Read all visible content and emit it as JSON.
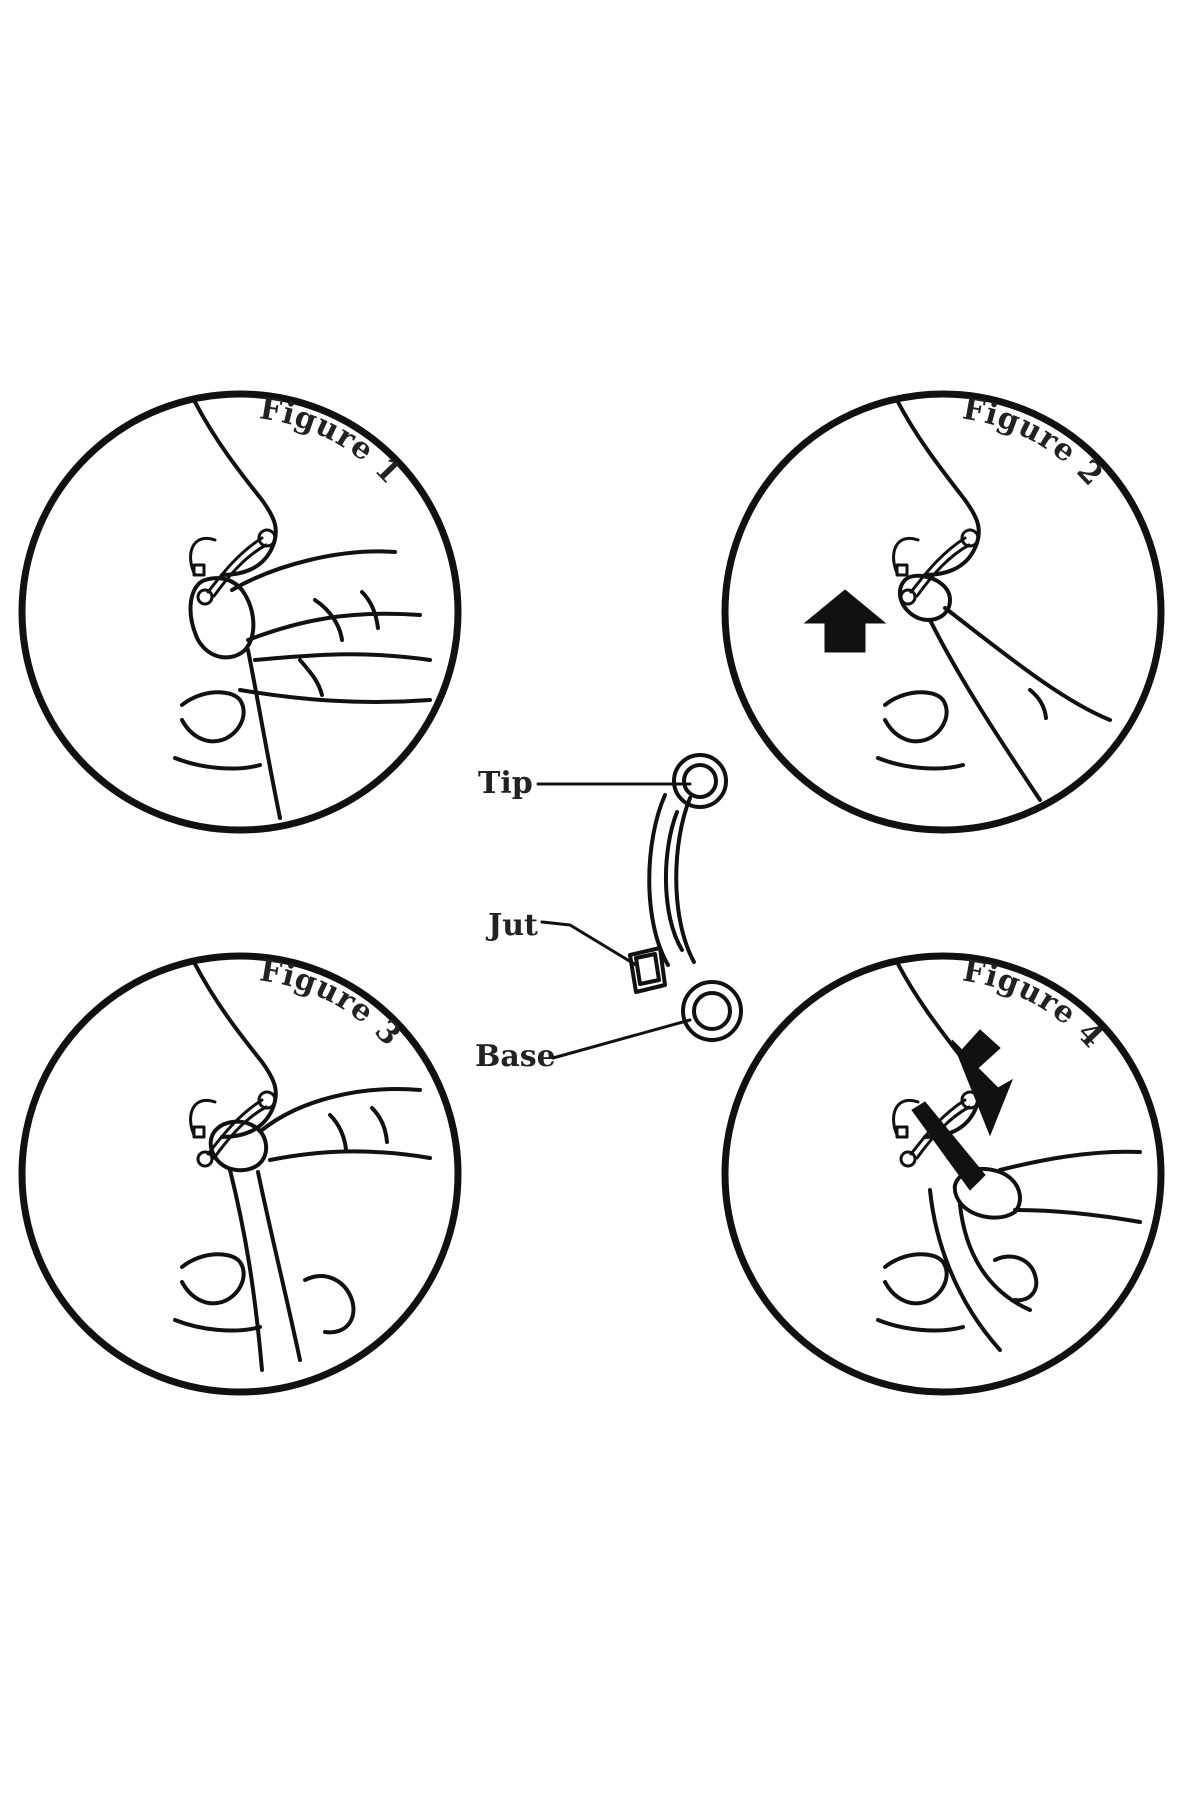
{
  "colors": {
    "ink": "#111111",
    "background": "#ffffff"
  },
  "figures": [
    {
      "label": "Figure 1",
      "arrow": "none"
    },
    {
      "label": "Figure 2",
      "arrow": "up"
    },
    {
      "label": "Figure 3",
      "arrow": "none"
    },
    {
      "label": "Figure 4",
      "arrow": "down-left"
    }
  ],
  "parts": {
    "tip": "Tip",
    "jut": "Jut",
    "base": "Base"
  }
}
